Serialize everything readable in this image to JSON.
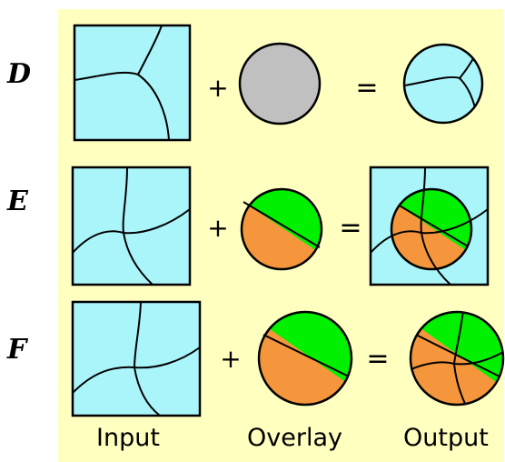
{
  "rows": [
    {
      "label": "D"
    },
    {
      "label": "E"
    },
    {
      "label": "F"
    }
  ],
  "operators": {
    "plus": "+",
    "equals": "="
  },
  "columns": {
    "input": "Input",
    "overlay": "Overlay",
    "output": "Output"
  },
  "colors": {
    "background": "#ffffc0",
    "input_fill": "#aaf5fa",
    "overlay_gray": "#c0c0c0",
    "overlay_green": "#00f000",
    "overlay_orange": "#f5963c"
  }
}
